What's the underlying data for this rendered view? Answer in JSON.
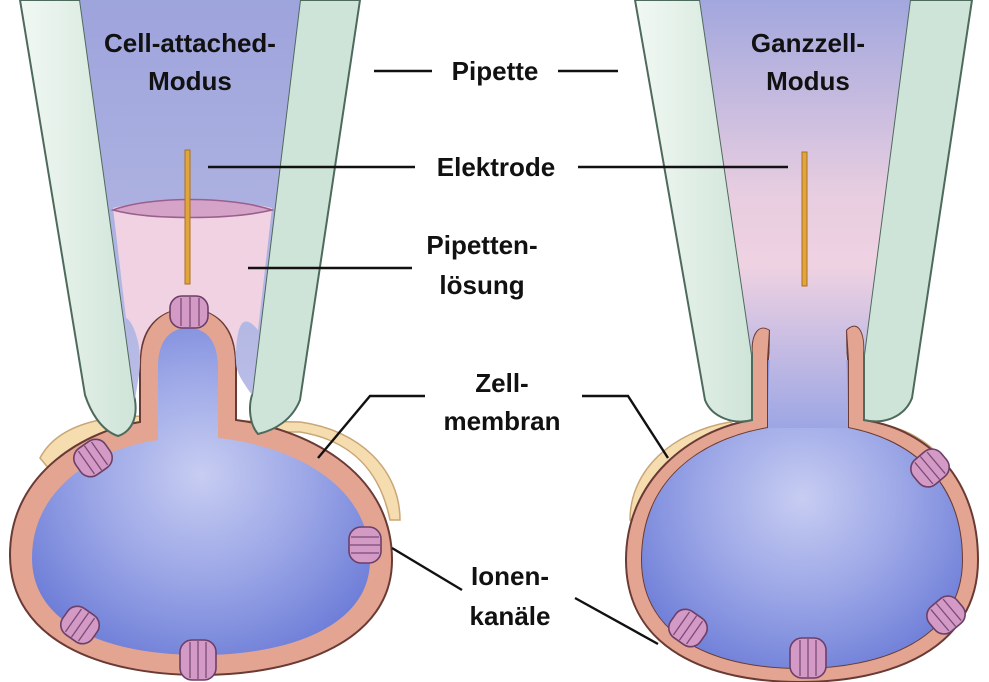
{
  "left_title": {
    "line1": "Cell-attached-",
    "line2": "Modus"
  },
  "right_title": {
    "line1": "Ganzzell-",
    "line2": "Modus"
  },
  "labels": {
    "pipette": "Pipette",
    "electrode": "Elektrode",
    "solution_line1": "Pipetten-",
    "solution_line2": "lösung",
    "membrane_line1": "Zell-",
    "membrane_line2": "membran",
    "channels_line1": "Ionen-",
    "channels_line2": "kanäle"
  },
  "colors": {
    "pipette_glass": "#d7ebe0",
    "pipette_solution": "#a9aede",
    "pipette_solution_pink": "#f0d2e2",
    "membrane": "#e3a592",
    "cytoplasm": "#7f8fe0",
    "extracellular_coat": "#f6ddb0",
    "ion_channel": "#d39ac6",
    "electrode": "#e2a43c"
  }
}
